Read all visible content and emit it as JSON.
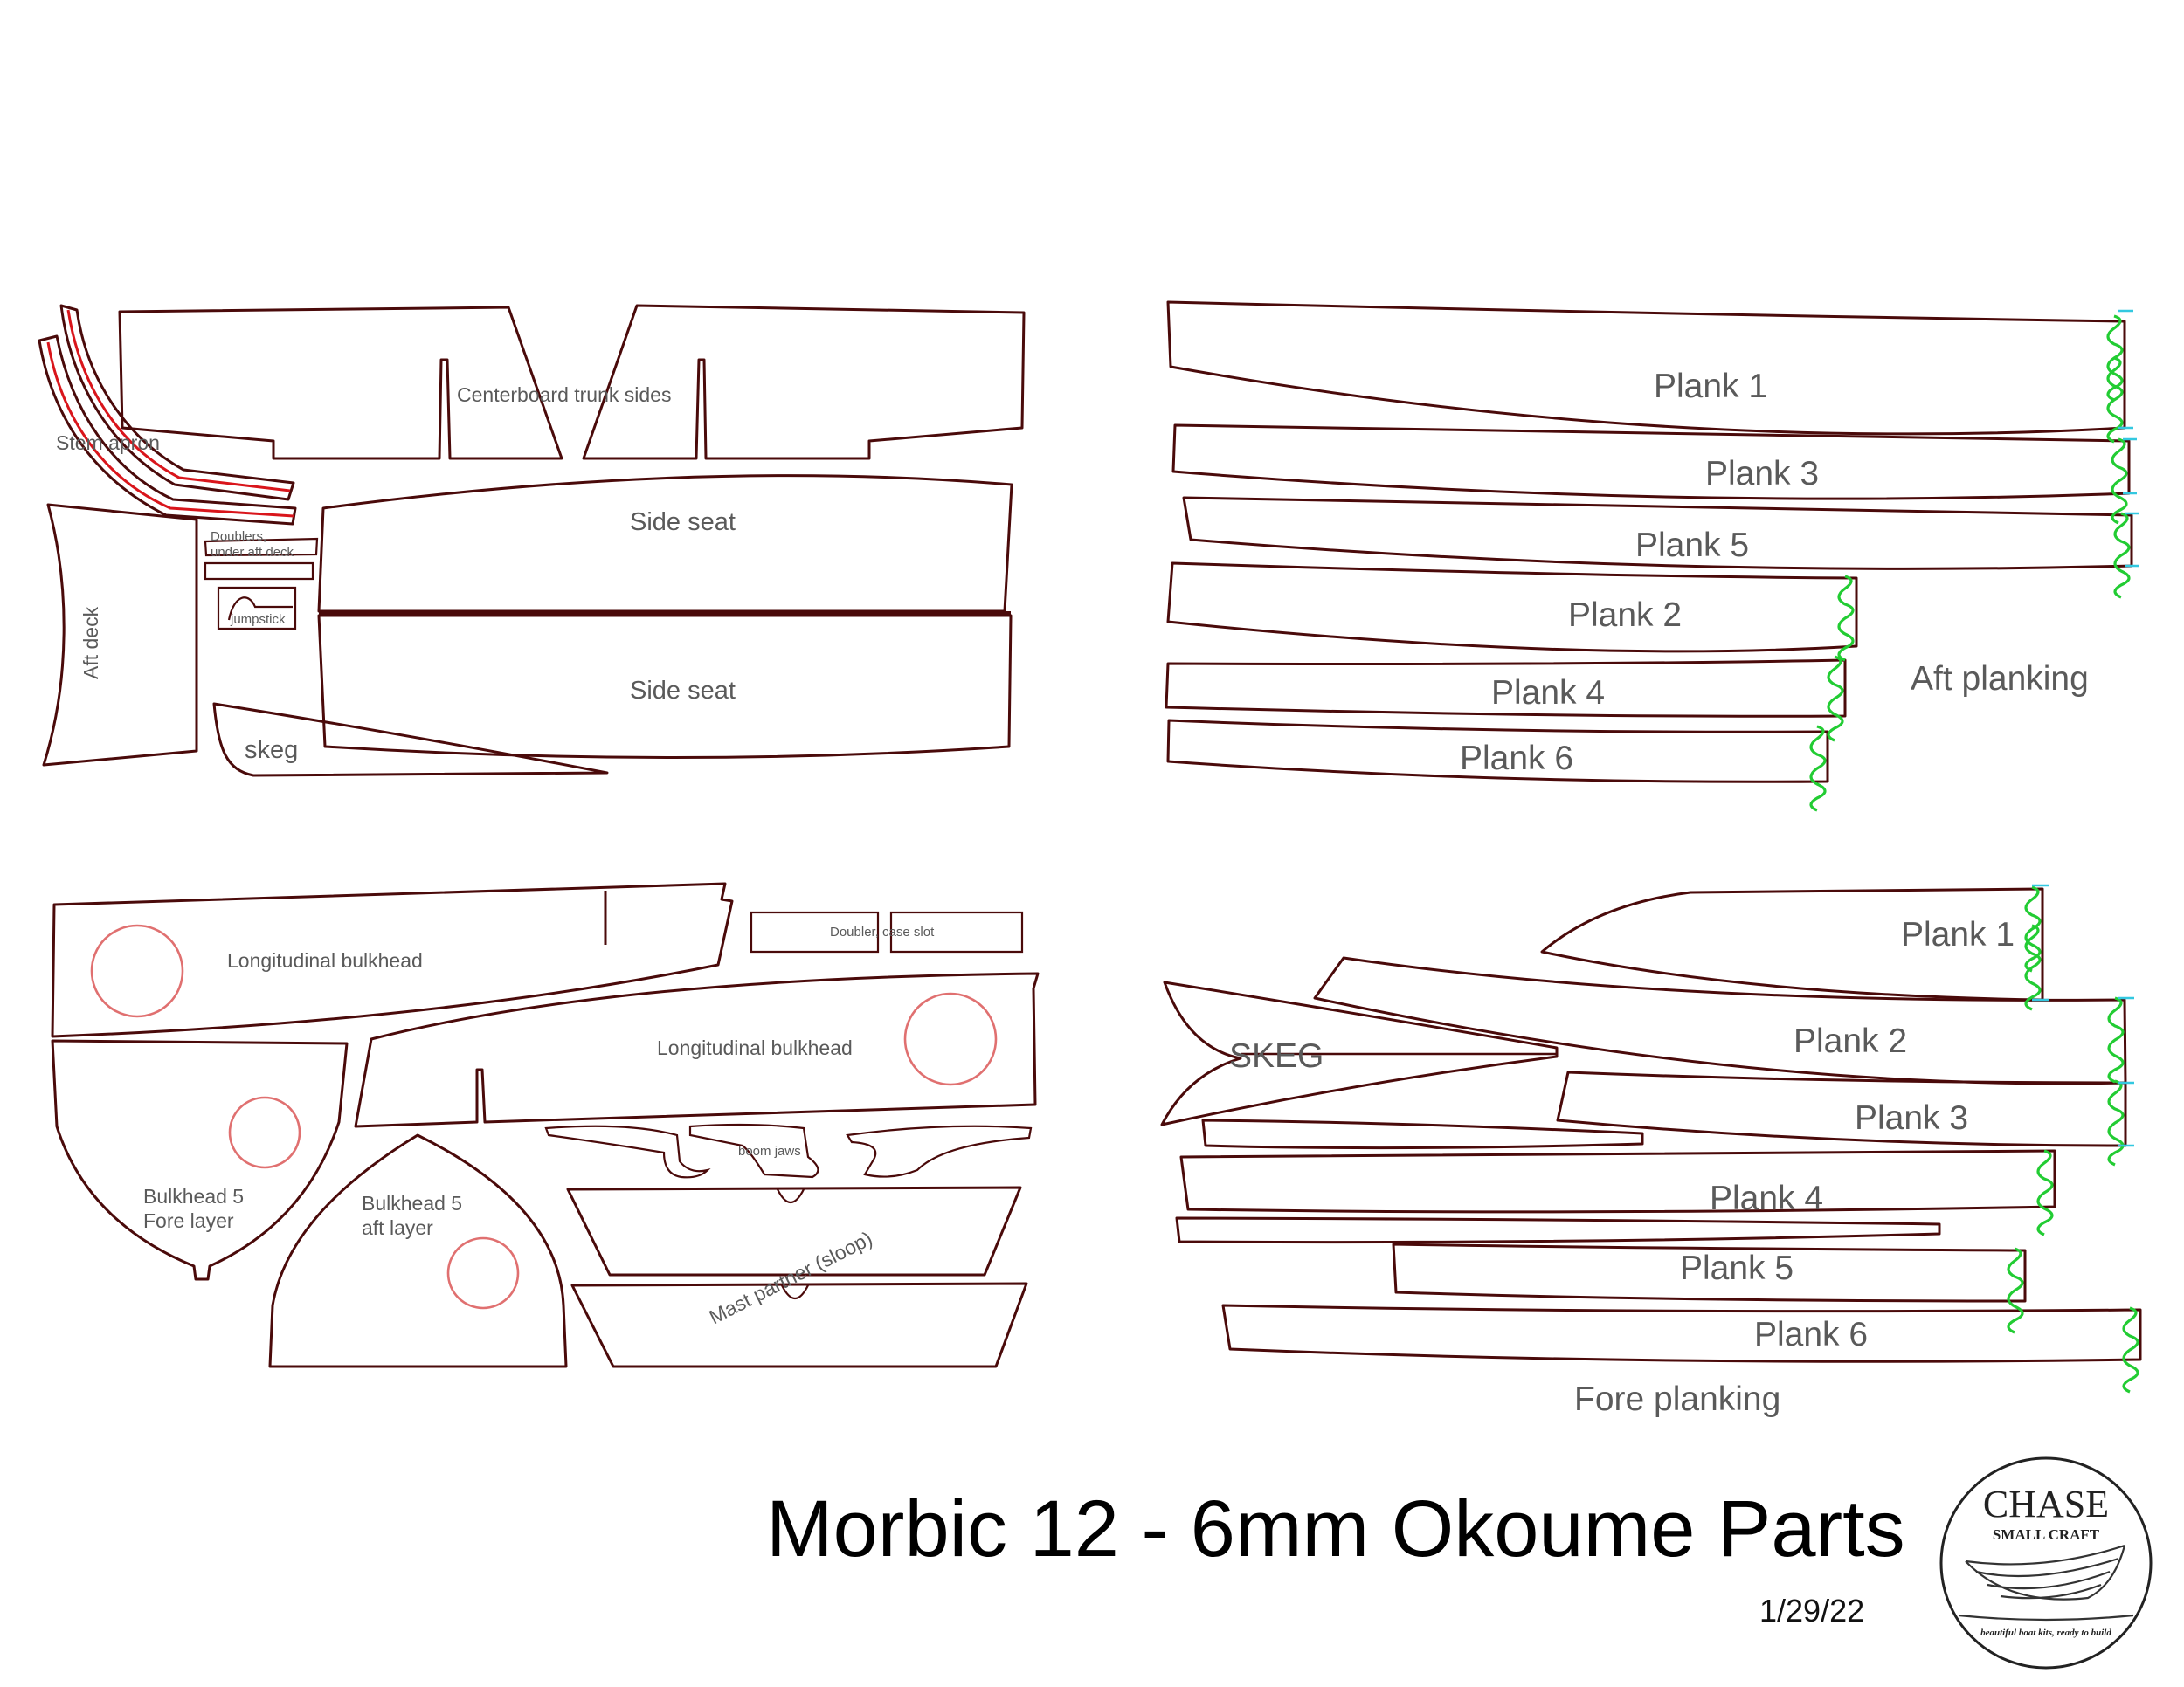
{
  "title": "Morbic 12 - 6mm Okoume Parts",
  "date": "1/29/22",
  "logo": {
    "name": "CHASE",
    "sub": "SMALL CRAFT",
    "tagline": "beautiful boat kits, ready to build"
  },
  "sheet1": {
    "centerboard": "Centerboard trunk sides",
    "stem_apron": "Stem apron",
    "side_seat_top": "Side seat",
    "side_seat_bottom": "Side seat",
    "doublers_line1": "Doublers,",
    "doublers_line2": "under aft deck",
    "jumpstick": "jumpstick",
    "aft_deck": "Aft deck",
    "skeg": "skeg"
  },
  "sheet2": {
    "planks": [
      "Plank 1",
      "Plank 3",
      "Plank 5",
      "Plank 2",
      "Plank 4",
      "Plank 6"
    ],
    "group_label": "Aft planking"
  },
  "sheet3": {
    "long_bulkhead_1": "Longitudinal bulkhead",
    "long_bulkhead_2": "Longitudinal bulkhead",
    "doubler_case": "Doubler, case slot",
    "bh5_fore_1": "Bulkhead 5",
    "bh5_fore_2": "Fore layer",
    "bh5_aft_1": "Bulkhead 5",
    "bh5_aft_2": "aft layer",
    "boom_jaws": "boom jaws",
    "mast_partner": "Mast partner (sloop)"
  },
  "sheet4": {
    "planks": [
      "Plank 1",
      "Plank 2",
      "Plank 3",
      "Plank 4",
      "Plank 5",
      "Plank 6"
    ],
    "skeg": "SKEG",
    "group_label": "Fore planking"
  },
  "colors": {
    "outline": "#4a0a0a",
    "red_stem": "#d9151b",
    "circle": "#e07070",
    "joint_green": "#22cc33",
    "joint_cyan": "#33c8e0"
  }
}
